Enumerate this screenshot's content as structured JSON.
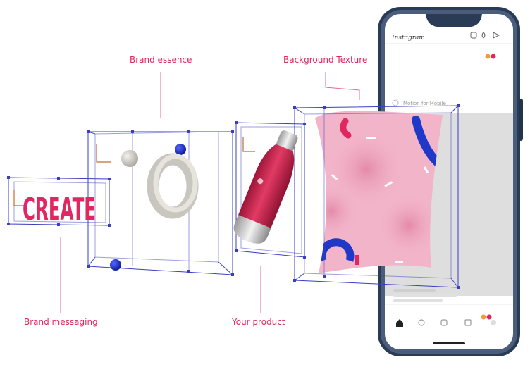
{
  "labels": {
    "brand_essence": "Brand essence",
    "background_texture": "Background Texture",
    "brand_messaging": "Brand messaging",
    "your_product": "Your product"
  },
  "sign": {
    "text": "CREATE"
  },
  "phone": {
    "app_name": "Instagram",
    "post_user": "Motion for Mobile"
  },
  "colors": {
    "accent": "#e0275f",
    "frame": "#3a3fc0",
    "bottle": "#d22a55",
    "texture_pink": "#f2b4c9",
    "texture_blue": "#1f38c8",
    "phone_body": "#2a3b55"
  }
}
